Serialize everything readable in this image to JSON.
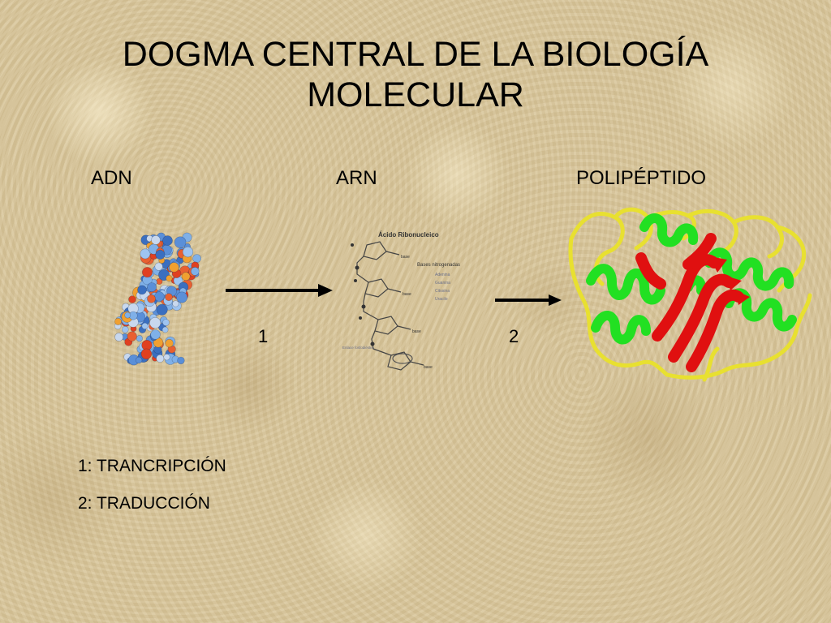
{
  "title": {
    "line1": "DOGMA CENTRAL DE LA BIOLOGÍA",
    "line2": "MOLECULAR"
  },
  "labels": {
    "dna": "ADN",
    "rna": "ARN",
    "polypeptide": "POLIPÉPTIDO"
  },
  "arrows": [
    {
      "number": "1"
    },
    {
      "number": "2"
    }
  ],
  "rna_image": {
    "heading": "Ácido Ribonucleico",
    "bases_title": "Bases nitrogenadas",
    "bases": [
      "Adenina",
      "Guanina",
      "Citosina",
      "Uracilo"
    ],
    "base_label": "base",
    "bond_label": "Enlace fosfodiéster"
  },
  "legend": {
    "line1": "1: TRANCRIPCIÓN",
    "line2": "2: TRADUCCIÓN"
  },
  "colors": {
    "background": "#d9c79c",
    "helix_green": "#22e022",
    "sheet_red": "#e01010",
    "coil_yellow": "#e8e030"
  }
}
